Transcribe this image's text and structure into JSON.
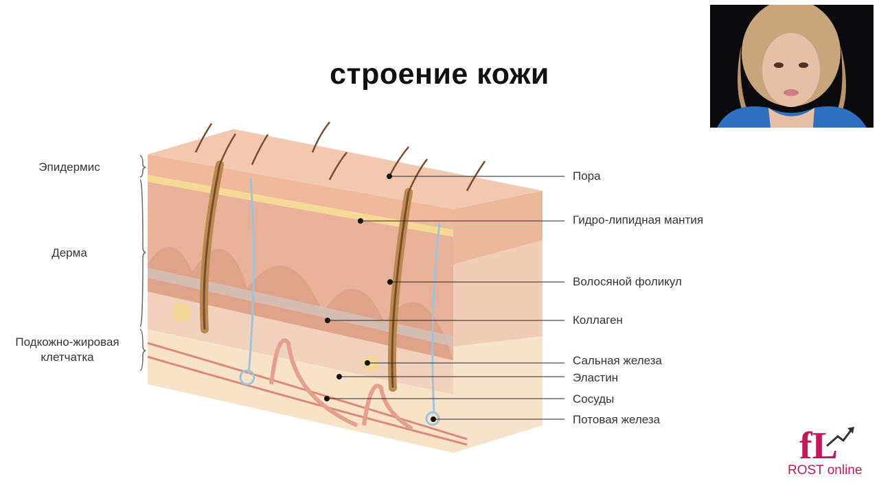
{
  "title": "строение кожи",
  "layers": {
    "epidermis": "Эпидермис",
    "dermis": "Дерма",
    "hypodermis_line1": "Подкожно-жировая",
    "hypodermis_line2": "клетчатка"
  },
  "callouts": [
    {
      "label": "Пора"
    },
    {
      "label": "Гидро-липидная мантия"
    },
    {
      "label": "Волосяной фоликул"
    },
    {
      "label": "Коллаген"
    },
    {
      "label": "Сальная железа"
    },
    {
      "label": "Эластин"
    },
    {
      "label": "Сосуды"
    },
    {
      "label": "Потовая железа"
    }
  ],
  "logo": {
    "text": "ROST online",
    "mark": "fL"
  },
  "colors": {
    "skin_top": "#f2c8b0",
    "epidermis": "#efbfa4",
    "dermis": "#e9b39a",
    "fat": "#f6ddc4",
    "vessel": "#d98a78",
    "sweat_duct": "#9fc4da",
    "hair": "#7a4a2a",
    "logo": "#c2185b"
  }
}
